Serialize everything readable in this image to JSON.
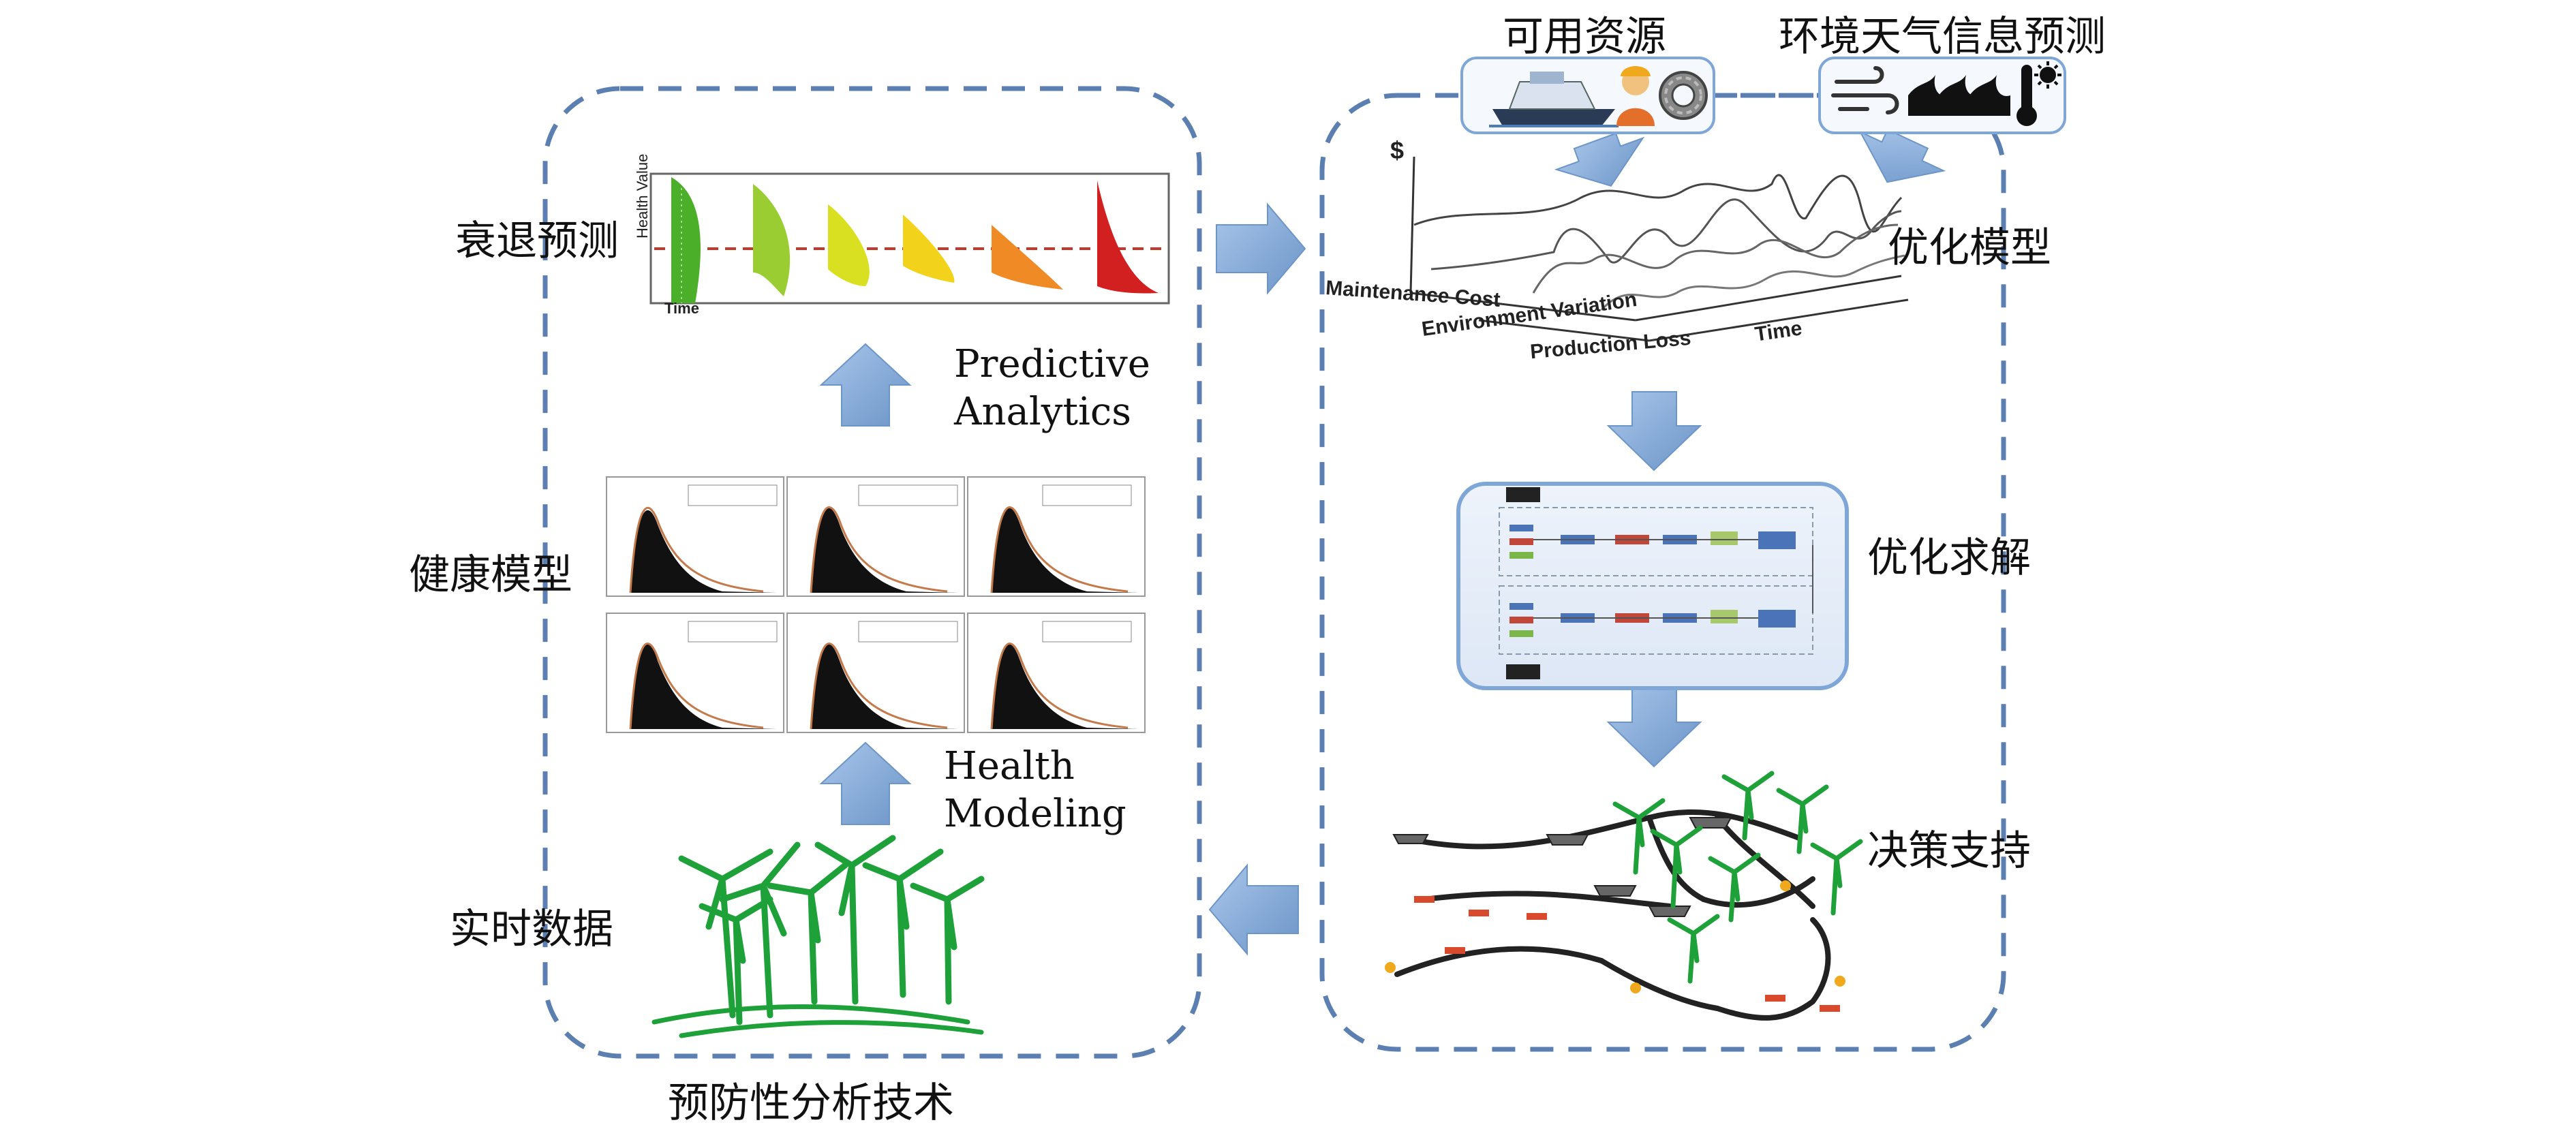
{
  "caption": "预防性分析技术",
  "left_panel": {
    "labels": {
      "degradation": "衰退预测",
      "health_model": "健康模型",
      "realtime": "实时数据"
    },
    "arrow_labels": {
      "predictive": [
        "Predictive",
        "Analytics"
      ],
      "health": [
        "Health",
        "Modeling"
      ]
    },
    "degradation_chart": {
      "ylabel": "Health Value",
      "xlabel": "Time"
    }
  },
  "right_panel": {
    "labels": {
      "resources": "可用资源",
      "environment": "环境天气信息预测",
      "opt_model": "优化模型",
      "opt_solve": "优化求解",
      "decision": "决策支持"
    },
    "opt_chart": {
      "currency": "$",
      "axis_labels": [
        "Maintenance Cost",
        "Environment Variation",
        "Production Loss",
        "Time"
      ]
    }
  },
  "colors": {
    "dash": "#5b7fb0",
    "arrow": "#7ea6d6",
    "turbine": "#1fa13a",
    "ref_line": "#c0392b"
  },
  "icons": [
    "ship-icon",
    "worker-icon",
    "gear-icon",
    "wind-icon",
    "waves-icon",
    "thermometer-icon",
    "sun-icon"
  ]
}
